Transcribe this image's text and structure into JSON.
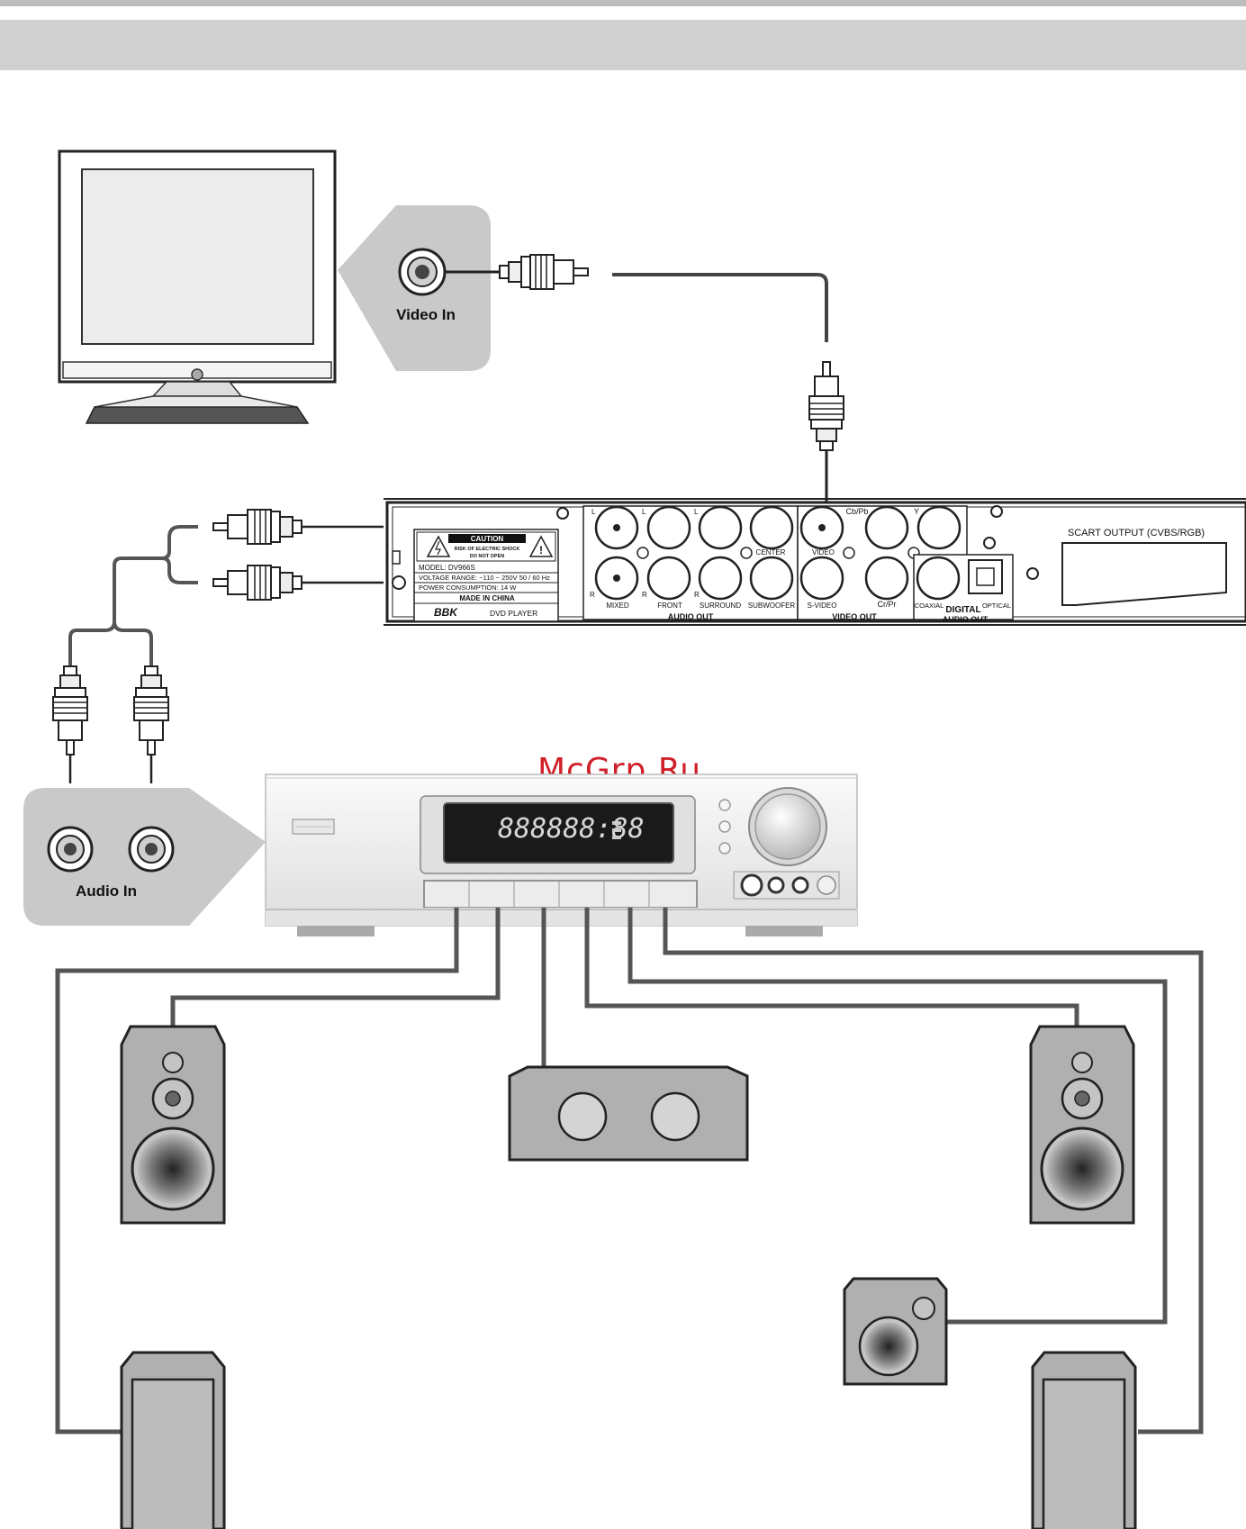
{
  "tv": {
    "port_label": "Video In"
  },
  "amplifier": {
    "port_label": "Audio In",
    "display_digits": "888888:88"
  },
  "dvd_player": {
    "caution": {
      "title": "CAUTION",
      "line1": "RISK OF ELECTRIC SHOCK",
      "line2": "DO NOT OPEN"
    },
    "model": "MODEL: DV966S",
    "voltage": "VOLTAGE RANGE: ~110 ~ 250V 50 / 60 Hz",
    "power": "POWER CONSUMPTION: 14 W",
    "made_in": "MADE IN CHINA",
    "brand": "BBK",
    "product": "DVD PLAYER",
    "audio_out": {
      "group_label": "AUDIO OUT",
      "left_marks": [
        "L",
        "L",
        "L"
      ],
      "right_marks": [
        "R",
        "R",
        "R"
      ],
      "jacks": [
        "MIXED",
        "FRONT",
        "SURROUND",
        "SUBWOOFER",
        "CENTER"
      ]
    },
    "video_out": {
      "group_label": "VIDEO OUT",
      "jacks": [
        "VIDEO",
        "S-VIDEO",
        "Cb/Pb",
        "Y",
        "Cr/Pr"
      ]
    },
    "digital_audio_out": {
      "group_label_1": "DIGITAL",
      "group_label_2": "AUDIO OUT",
      "jacks": [
        "COAXIAL",
        "OPTICAL"
      ]
    },
    "scart_label": "SCART OUTPUT (CVBS/RGB)"
  },
  "watermark": "McGrp.Ru",
  "colors": {
    "header_bar": "#d0d0d0",
    "callout": "#c8c8c8",
    "cable": "#555555",
    "speaker_body": "#b0b0b0",
    "watermark": "#d0202a"
  }
}
